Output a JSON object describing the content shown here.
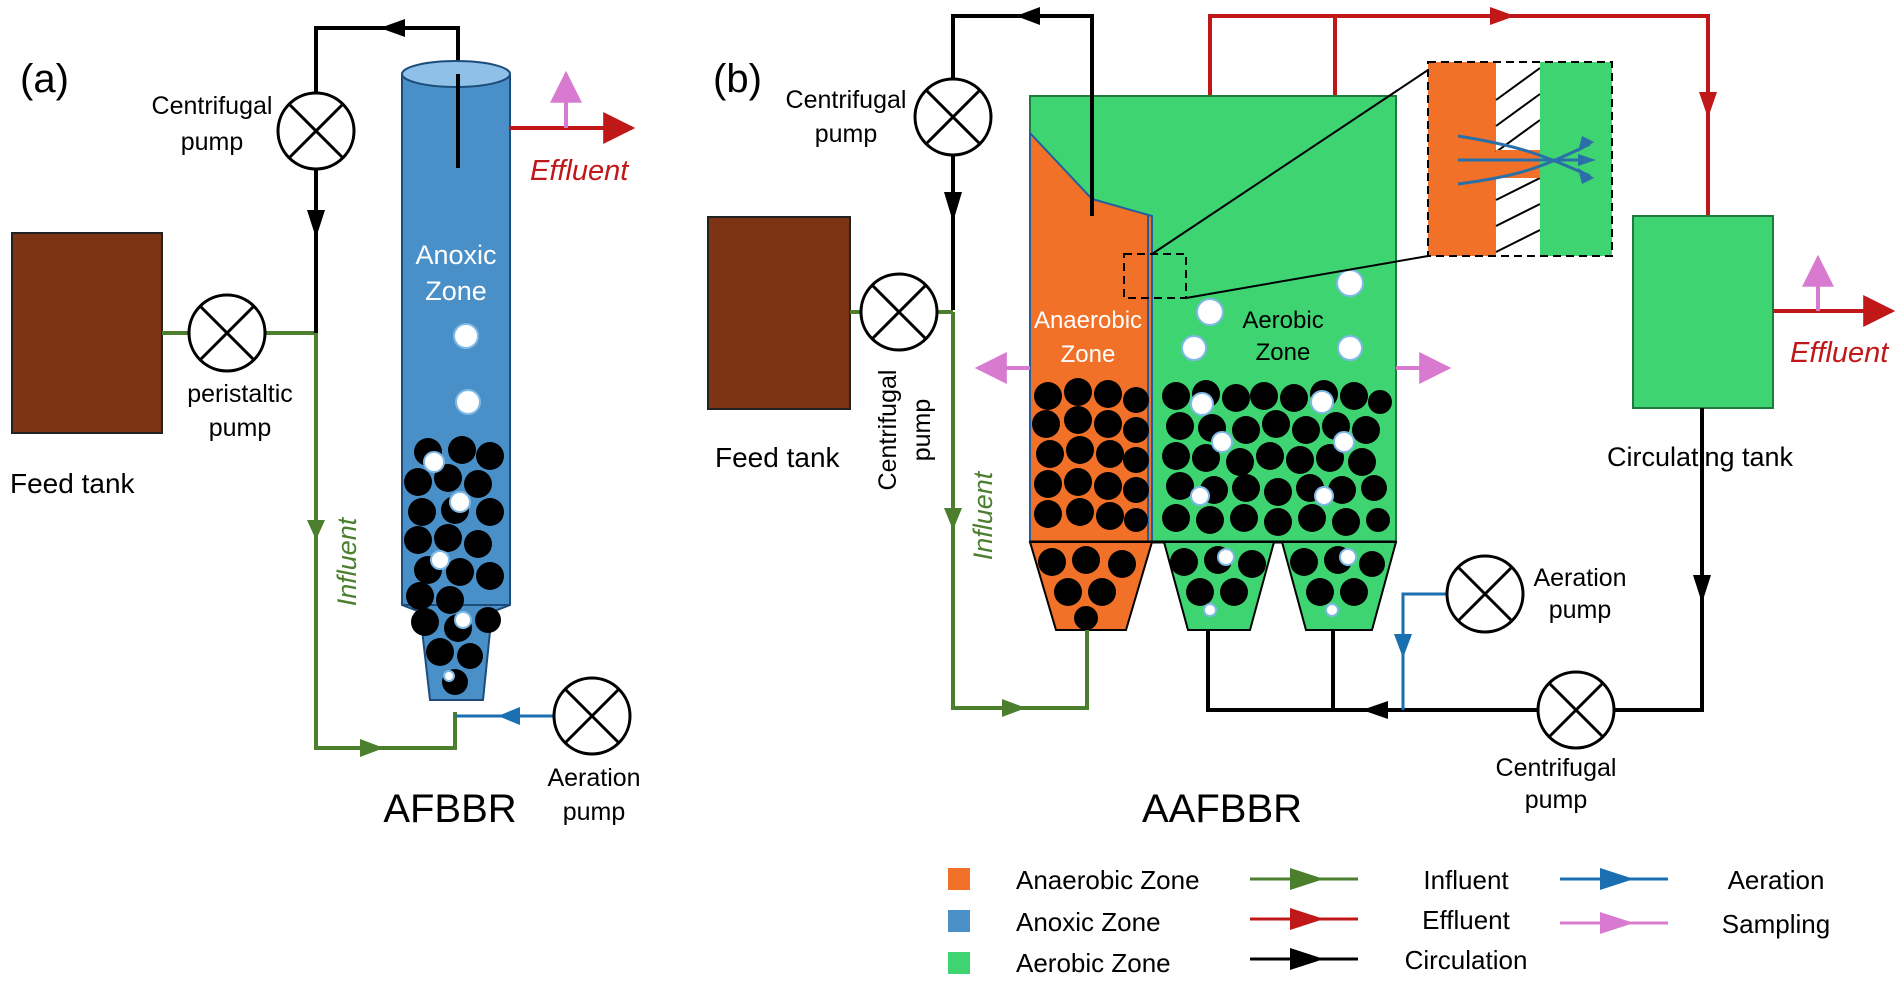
{
  "panel_a": {
    "label": "(a)",
    "centrifugal_pump": [
      "Centrifugal",
      "pump"
    ],
    "peristaltic_pump": [
      "peristaltic",
      "pump"
    ],
    "feed_tank": "Feed tank",
    "influent": "Influent",
    "effluent": "Effluent",
    "zone": [
      "Anoxic",
      "Zone"
    ],
    "aeration_pump": [
      "Aeration",
      "pump"
    ],
    "reactor_name": "AFBBR"
  },
  "panel_b": {
    "label": "(b)",
    "centrifugal_pump_top": [
      "Centrifugal",
      "pump"
    ],
    "centrifugal_pump_side": [
      "Centrifugal",
      "pump"
    ],
    "feed_tank": "Feed tank",
    "influent": "Influent",
    "anaerobic_zone": [
      "Anaerobic",
      "Zone"
    ],
    "aerobic_zone": [
      "Aerobic",
      "Zone"
    ],
    "effluent": "Effluent",
    "circulating_tank": "Circulating tank",
    "aeration_pump": [
      "Aeration",
      "pump"
    ],
    "centrifugal_pump_bottom": [
      "Centrifugal",
      "pump"
    ],
    "reactor_name": "AAFBBR"
  },
  "legend": {
    "zones": [
      {
        "label": "Anaerobic Zone",
        "color": "#f07127"
      },
      {
        "label": "Anoxic Zone",
        "color": "#4a90c8"
      },
      {
        "label": "Aerobic Zone",
        "color": "#3ed472"
      }
    ],
    "flows": [
      {
        "label": "Influent",
        "color": "#4b7e2d"
      },
      {
        "label": "Effluent",
        "color": "#c01818"
      },
      {
        "label": "Circulation",
        "color": "#000000"
      },
      {
        "label": "Aeration",
        "color": "#1a6fb0"
      },
      {
        "label": "Sampling",
        "color": "#d87ad0"
      }
    ]
  },
  "colors": {
    "anaerobic": "#f07127",
    "anoxic": "#4a90c8",
    "aerobic": "#3ed472",
    "feed_tank": "#7d3414",
    "influent_line": "#4b7e2d",
    "effluent_line": "#c01818",
    "circulation_line": "#000000",
    "aeration_line": "#1a6fb0",
    "sampling_line": "#d87ad0"
  }
}
